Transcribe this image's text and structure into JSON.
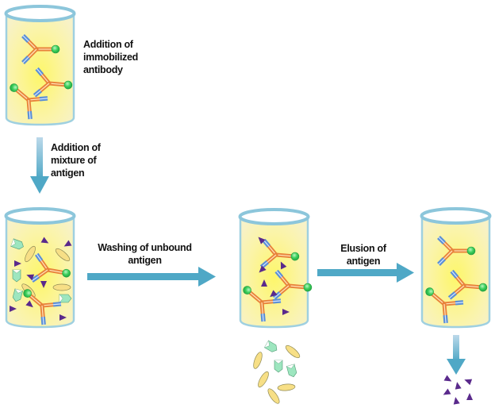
{
  "diagram": {
    "title": "Immunoaffinity purification of antigen",
    "colors": {
      "arrow": "#4fa8c6",
      "beaker_fill": "#fbf6a8",
      "beaker_rim": "#9fd0e0",
      "antibody_heavy": "#e8823a",
      "antibody_light": "#5b8fd6",
      "bead": "#3ccf5a",
      "antigen_triangle": "#5a2a8c",
      "antigen_arrowhead": "#9de6bf",
      "antigen_ellipse": "#f7df86"
    },
    "steps": [
      {
        "id": "step1",
        "label_lines": [
          "Addition of",
          "immobilized",
          "antibody"
        ]
      },
      {
        "id": "step2",
        "label_lines": [
          "Addition of",
          "mixture of",
          "antigen"
        ]
      },
      {
        "id": "step3",
        "label_lines": [
          "Washing of unbound",
          "antigen"
        ]
      },
      {
        "id": "step4",
        "label_lines": [
          "Elusion of",
          "antigen"
        ]
      }
    ],
    "beakers": [
      {
        "name": "beaker-immobilized-antibody",
        "contents": "3 immobilized antibodies"
      },
      {
        "name": "beaker-antigen-mixture",
        "contents": "antibodies with mixed antigens"
      },
      {
        "name": "beaker-bound-antigen",
        "contents": "antibodies with bound antigen"
      },
      {
        "name": "beaker-after-elution",
        "contents": "3 free antibodies"
      }
    ],
    "waste": [
      {
        "name": "unbound-antigen-pile",
        "contents": "unbound antigens washed out"
      },
      {
        "name": "eluted-antigen-pile",
        "contents": "purified antigen"
      }
    ]
  }
}
